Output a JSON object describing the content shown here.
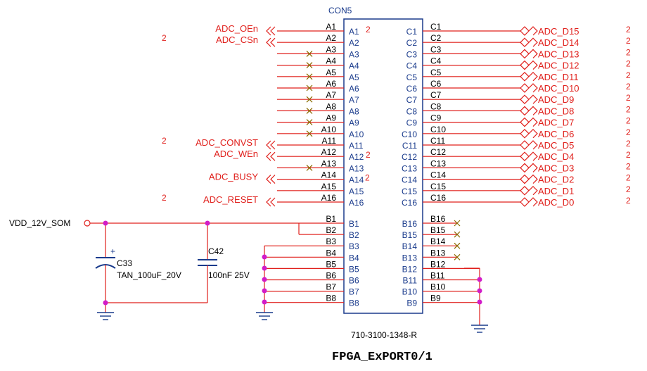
{
  "component": {
    "refdes": "CON5",
    "part_number": "710-3100-1348-R",
    "left_pins": [
      "A1",
      "A2",
      "A3",
      "A4",
      "A5",
      "A6",
      "A7",
      "A8",
      "A9",
      "A10",
      "A11",
      "A12",
      "A13",
      "A14",
      "A15",
      "A16"
    ],
    "right_pins": [
      "C1",
      "C2",
      "C3",
      "C4",
      "C5",
      "C6",
      "C7",
      "C8",
      "C9",
      "C10",
      "C11",
      "C12",
      "C13",
      "C14",
      "C15",
      "C16"
    ],
    "b_left_pins": [
      "B1",
      "B2",
      "B3",
      "B4",
      "B5",
      "B6",
      "B7",
      "B8"
    ],
    "b_right_pins": [
      "B16",
      "B15",
      "B14",
      "B13",
      "B12",
      "B11",
      "B10",
      "B9"
    ]
  },
  "left_nets": [
    {
      "name": "ADC_OEn",
      "sheet": ""
    },
    {
      "name": "ADC_CSn",
      "sheet": "2"
    },
    {
      "name": "ADC_CONVST",
      "sheet": "2"
    },
    {
      "name": "ADC_WEn",
      "sheet": ""
    },
    {
      "name": "ADC_BUSY",
      "sheet": ""
    },
    {
      "name": "ADC_RESET",
      "sheet": "2"
    }
  ],
  "inner_sheet_marks": [
    "2",
    "2",
    "2"
  ],
  "right_nets": [
    "ADC_D15",
    "ADC_D14",
    "ADC_D13",
    "ADC_D12",
    "ADC_D11",
    "ADC_D10",
    "ADC_D9",
    "ADC_D8",
    "ADC_D7",
    "ADC_D6",
    "ADC_D5",
    "ADC_D4",
    "ADC_D3",
    "ADC_D2",
    "ADC_D1",
    "ADC_D0"
  ],
  "right_sheet": "2",
  "power_net": "VDD_12V_SOM",
  "capacitors": [
    {
      "ref": "C33",
      "value": "TAN_100uF_20V",
      "polarity": "+"
    },
    {
      "ref": "C42",
      "value": "100nF 25V"
    }
  ],
  "title": "FPGA_ExPORT0/1",
  "colors": {
    "wire": "#e0201c",
    "body": "#1a3b8c",
    "junction": "#d21cc8",
    "noconnect": "#8a6a00",
    "text": "#000000"
  }
}
